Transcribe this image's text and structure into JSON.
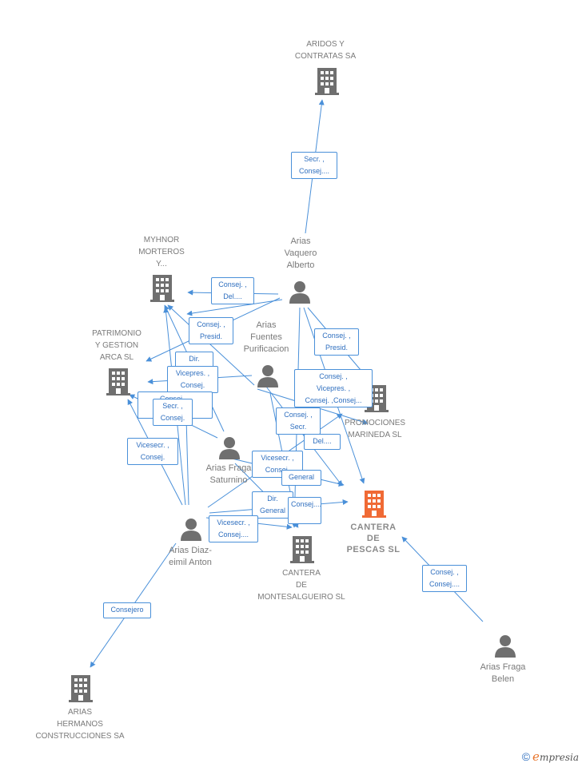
{
  "nodes": {
    "aridos": [
      "ARIDOS Y",
      "CONTRATAS SA"
    ],
    "myhnor": [
      "MYHNOR",
      "MORTEROS",
      "Y..."
    ],
    "patrimonio": [
      "PATRIMONIO",
      "Y GESTION",
      "ARCA SL"
    ],
    "promociones": [
      "PROMOCIONES",
      "MARINEDA SL"
    ],
    "cantera_pescas": [
      "CANTERA",
      "DE",
      "PESCAS SL"
    ],
    "cantera_monte": [
      "CANTERA",
      "DE",
      "MONTESALGUEIRO SL"
    ],
    "arias_hermanos": [
      "ARIAS",
      "HERMANOS",
      "CONSTRUCCIONES SA"
    ],
    "vaquero": [
      "Arias",
      "Vaquero",
      "Alberto"
    ],
    "fuentes": [
      "Arias",
      "Fuentes",
      "Purificacion"
    ],
    "saturnino": [
      "Arias Fraga",
      "Saturnino"
    ],
    "diaz": [
      "Arias Diaz-",
      "eimil Anton"
    ],
    "belen": [
      "Arias Fraga",
      "Belen"
    ]
  },
  "relations": {
    "r1": [
      "Secr. ,",
      "Consej...."
    ],
    "r2": [
      "Consej. ,",
      "Del...."
    ],
    "r3": [
      "Consej. ,",
      "Presid."
    ],
    "r4": [
      "Consej. ,",
      "Presid."
    ],
    "r5": [
      "Dir."
    ],
    "r6": [
      "Vicepres. ,",
      "Consej."
    ],
    "r7": [
      "Consej...."
    ],
    "r8": [
      "Secr. ,",
      "Consej."
    ],
    "r9": [
      "Vicesecr. ,",
      "Consej."
    ],
    "r10": [
      "Consej. ,",
      "Vicepres. ,",
      "Consej. ,Consej..."
    ],
    "r11": [
      "Consej. ,",
      "Secr."
    ],
    "r12": [
      "Del...."
    ],
    "r13": [
      "Vicesecr. ,",
      "Consej."
    ],
    "r14": [
      "General"
    ],
    "r15": [
      "Dir.",
      "General"
    ],
    "r16": [
      "Vicesecr. ,",
      "Consej...."
    ],
    "r17": [
      "Consej...."
    ],
    "r18": [
      "Consej. ,",
      "Consej...."
    ],
    "r19": [
      "Consejero"
    ]
  },
  "colors": {
    "edge": "#4a90d9",
    "icon": "#6f6f6f",
    "main_icon": "#f06a35"
  },
  "brand": {
    "copyright": "©",
    "name_e": "e",
    "name_rest": "mpresia"
  }
}
